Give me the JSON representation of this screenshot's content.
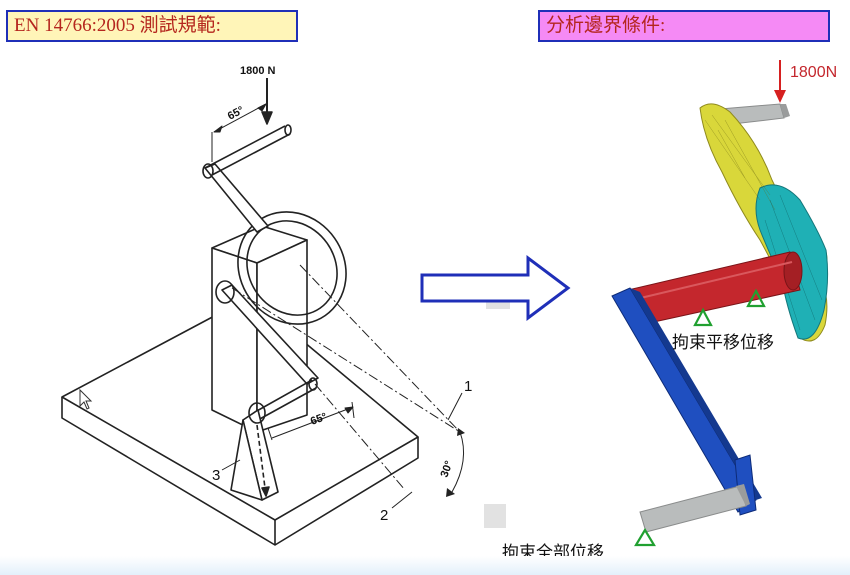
{
  "left_panel": {
    "title": "EN 14766:2005 測試規範:",
    "force_label": "1800 N",
    "angle_top": "65°",
    "angle_bottom": "65°",
    "angle_side": "30°",
    "callout_1": "1",
    "callout_2": "2",
    "callout_3": "3"
  },
  "right_panel": {
    "title": "分析邊界條件:",
    "force_label": "1800N",
    "constraint_translation": "拘束平移位移",
    "constraint_full": "拘束全部位移"
  },
  "colors": {
    "title_border": "#1f2fb8",
    "title_text": "#b5261e",
    "left_title_bg": "#fff5b8",
    "right_title_bg": "#f58af5",
    "arrow_outline": "#1f2fb8",
    "force_arrow": "#d62020",
    "spindle": "#c4272d",
    "crank_arm": "#1f4fc0",
    "pedal_spindle": "#b9bcbc",
    "mesh_yellow": "#d9d73a",
    "mesh_cyan": "#1fb0b5",
    "constraint_marker": "#20a030"
  }
}
